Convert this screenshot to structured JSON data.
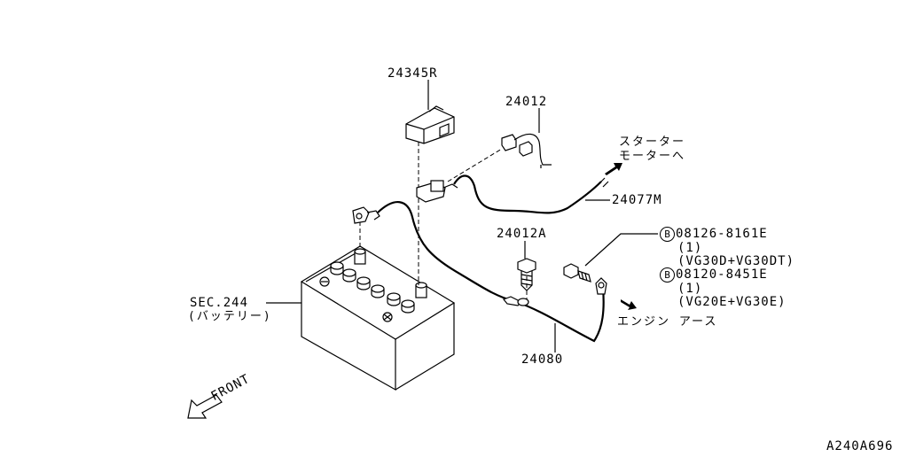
{
  "parts": {
    "p24345R": "24345R",
    "p24012": "24012",
    "p24077M": "24077M",
    "p24012A": "24012A",
    "p24080": "24080",
    "sec244": "SEC.244",
    "battery": "(バッテリー)"
  },
  "notes": {
    "starter_line1": "スターター",
    "starter_line2": "モーターへ",
    "engine_ground": "エンジン アース",
    "front": "FRONT"
  },
  "bolts": [
    {
      "marker": "B",
      "part": "08126-8161E",
      "qty": "(1)",
      "app": "(VG30D+VG30DT)"
    },
    {
      "marker": "B",
      "part": "08120-8451E",
      "qty": "(1)",
      "app": "(VG20E+VG30E)"
    }
  ],
  "diagram_id": "A240A696"
}
